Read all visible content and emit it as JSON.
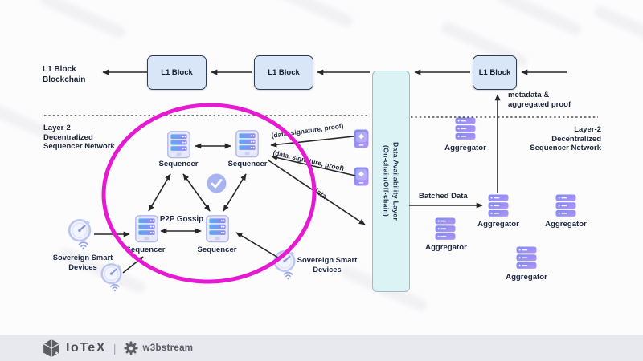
{
  "colors": {
    "magenta_circle": "#e61ad1",
    "l1_box_fill": "#d8e6f7",
    "l1_box_border": "#2e3c50",
    "da_box_fill": "#dcf3f6",
    "arrow": "#26262a",
    "label_text": "#1b2434",
    "footer_bg": "#e8e8ef",
    "footer_text": "#5a5a62",
    "sequencer_bar_blue": "#5cabf2",
    "sequencer_bar_purple": "#9486f4",
    "aggregator_purple_1": "#7d8af1",
    "aggregator_purple_2": "#b494f6",
    "check_badge": "#a8b4f1"
  },
  "icons": {
    "sequencer": "server-rack-icon",
    "aggregator": "database-stack-icon",
    "da_device": "iot-device-icon",
    "sovereign_device": "smart-meter-gauge-icon",
    "check": "checkmark-badge-icon",
    "iotex": "iotex-cube-icon",
    "w3bstream": "gear-icon"
  },
  "l1": {
    "chain_label_line1": "L1 Block",
    "chain_label_line2": "Blockchain",
    "blocks": [
      "L1 Block",
      "L1 Block",
      "L1 Block"
    ]
  },
  "layer2_left": {
    "line1": "Layer-2",
    "line2": "Decentralized",
    "line3": "Sequencer Network"
  },
  "layer2_right": {
    "line1": "Layer-2",
    "line2": "Decentralized",
    "line3": "Sequencer Network"
  },
  "sequencer_labels": [
    "Sequencer",
    "Sequencer",
    "Sequencer",
    "Sequencer"
  ],
  "aggregator_labels": [
    "Aggregator",
    "Aggregator",
    "Aggregator",
    "Aggregator",
    "Aggregator"
  ],
  "p2p_gossip": "P2P Gossip",
  "da_layer": {
    "line1": "Data Availability Layer",
    "line2": "(On-chain/Off-chain)"
  },
  "arrow_labels": {
    "data_sig_proof_top": "(data, signature, proof)",
    "data_sig_proof_bottom": "(data, signature, proof)",
    "data": "data",
    "batched_data": "Batched Data",
    "metadata_line1": "metadata &",
    "metadata_line2": "aggregated proof"
  },
  "sovereign_left": {
    "line1": "Sovereign",
    "line2": "Smart Devices"
  },
  "sovereign_right": {
    "line1": "Sovereign",
    "line2": "Smart Devices"
  },
  "footer": {
    "iotex_label": "IoTeX",
    "divider": "|",
    "w3bstream_label": "w3bstream"
  }
}
